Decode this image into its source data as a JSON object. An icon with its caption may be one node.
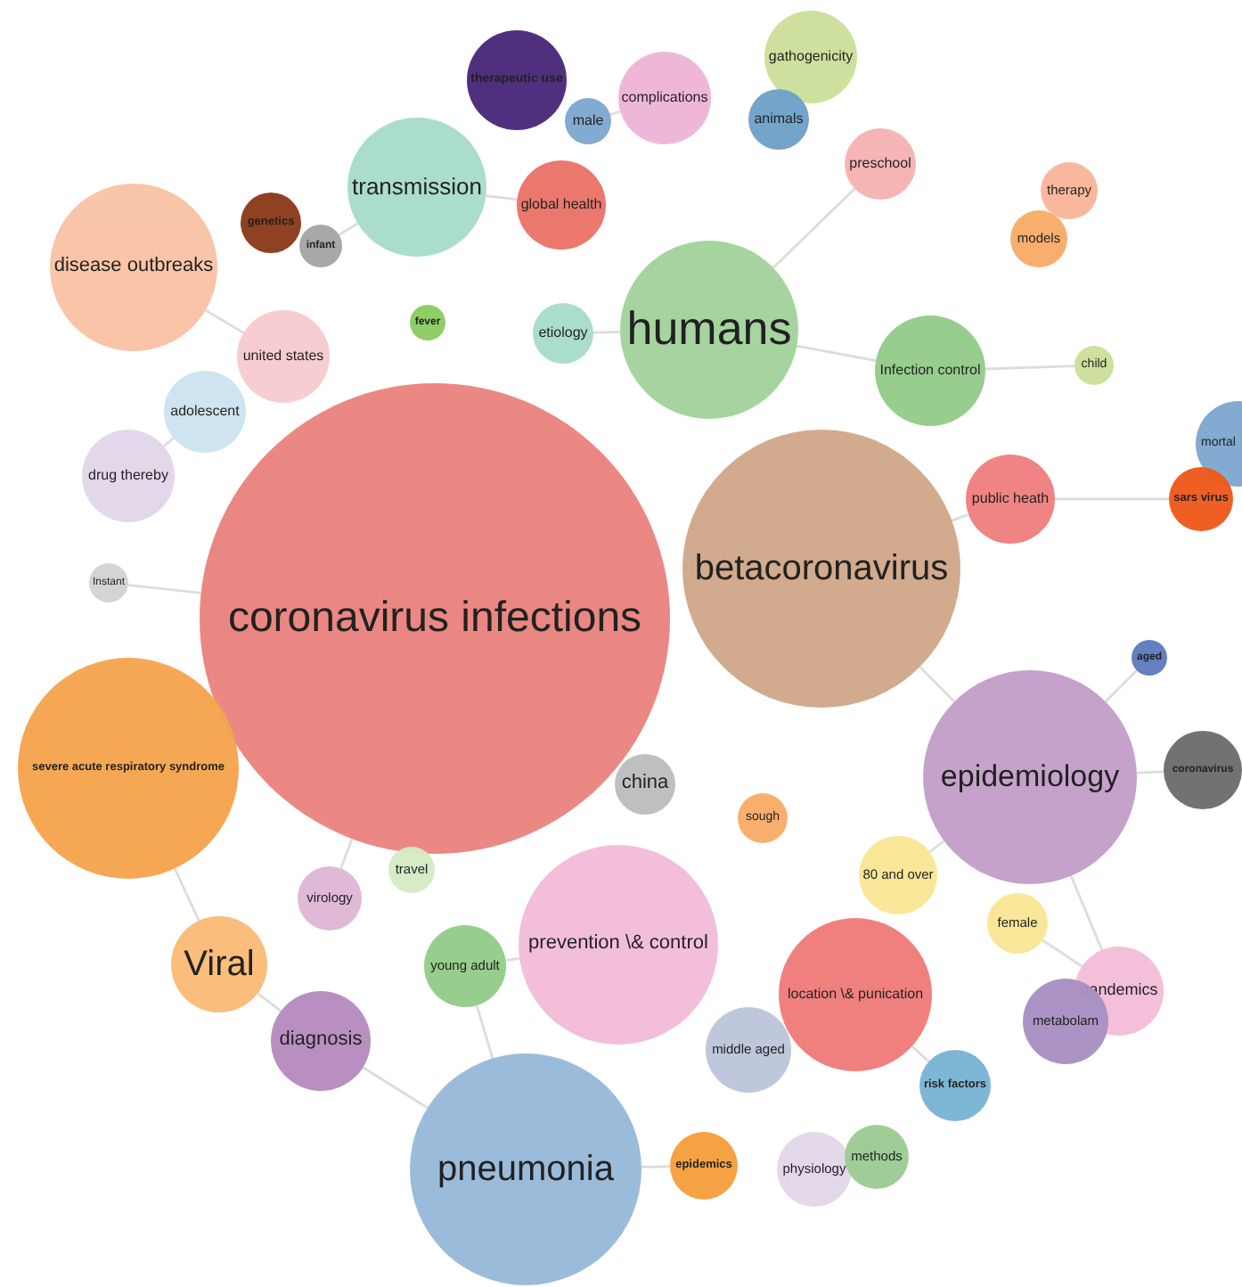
{
  "diagram": {
    "nodes": [
      {
        "text": [
          "therapeutic use"
        ]
      },
      {
        "text": [
          "male"
        ]
      },
      {
        "text": [
          "complications"
        ]
      },
      {
        "text": [
          "gathogenicity"
        ]
      },
      {
        "text": [
          "animals"
        ]
      },
      {
        "text": [
          "transmission"
        ]
      },
      {
        "text": [
          "global health"
        ]
      },
      {
        "text": [
          "preschool"
        ]
      },
      {
        "text": [
          "therapy"
        ]
      },
      {
        "text": [
          "models"
        ]
      },
      {
        "text": [
          "disease outbreaks"
        ]
      },
      {
        "text": [
          "genetics"
        ]
      },
      {
        "text": [
          "infant"
        ]
      },
      {
        "text": [
          "fever"
        ]
      },
      {
        "text": [
          "etiology"
        ]
      },
      {
        "text": [
          "humans"
        ]
      },
      {
        "text": [
          "Infection control"
        ]
      },
      {
        "text": [
          "child"
        ]
      },
      {
        "text": [
          "united states"
        ]
      },
      {
        "text": [
          "adolescent"
        ]
      },
      {
        "text": [
          "drug thereby"
        ]
      },
      {
        "text": [
          "mortal"
        ]
      },
      {
        "text": [
          "sars virus"
        ]
      },
      {
        "text": [
          "public heath"
        ]
      },
      {
        "text": [
          "coronavirus infections"
        ]
      },
      {
        "text": [
          "betacoronavirus"
        ]
      },
      {
        "text": [
          "Instant"
        ]
      },
      {
        "text": [
          "aged"
        ]
      },
      {
        "text": [
          "epidemiology"
        ]
      },
      {
        "text": [
          "coronavirus"
        ]
      },
      {
        "text": [
          "severe acute respiratory syndrome"
        ]
      },
      {
        "text": [
          "china"
        ]
      },
      {
        "text": [
          "sough"
        ]
      },
      {
        "text": [
          "80 and over"
        ]
      },
      {
        "text": [
          "travel"
        ]
      },
      {
        "text": [
          "virology"
        ]
      },
      {
        "text": [
          "female"
        ]
      },
      {
        "text": [
          "prevention \\& control"
        ]
      },
      {
        "text": [
          "Viral"
        ]
      },
      {
        "text": [
          "young adult"
        ]
      },
      {
        "text": [
          "location \\& punication"
        ]
      },
      {
        "text": [
          "pandemics"
        ]
      },
      {
        "text": [
          "metabolam"
        ]
      },
      {
        "text": [
          "diagnosis"
        ]
      },
      {
        "text": [
          "middle aged"
        ]
      },
      {
        "text": [
          "risk factors"
        ]
      },
      {
        "text": [
          "pneumonia"
        ]
      },
      {
        "text": [
          "epidemics"
        ]
      },
      {
        "text": [
          "physiology"
        ]
      },
      {
        "text": [
          "methods"
        ]
      }
    ],
    "edges": [
      {
        "from": 24,
        "to": 26,
        "arrow": "none"
      },
      {
        "from": 24,
        "to": 35,
        "arrow": "none"
      },
      {
        "from": 25,
        "to": 23,
        "arrow": "none"
      },
      {
        "from": 25,
        "to": 28,
        "arrow": "none"
      },
      {
        "from": 15,
        "to": 16,
        "arrow": "none"
      },
      {
        "from": 15,
        "to": 14,
        "arrow": "none"
      },
      {
        "from": 15,
        "to": 7,
        "arrow": "none"
      },
      {
        "from": 5,
        "to": 6,
        "arrow": "none"
      },
      {
        "from": 12,
        "to": 5,
        "arrow": "none"
      },
      {
        "from": 28,
        "to": 29,
        "arrow": "none"
      },
      {
        "from": 28,
        "to": 27,
        "arrow": "none"
      },
      {
        "from": 28,
        "to": 33,
        "arrow": "none"
      },
      {
        "from": 28,
        "to": 41,
        "arrow": "none"
      },
      {
        "from": 46,
        "to": 43,
        "arrow": "none"
      },
      {
        "from": 43,
        "to": 38,
        "arrow": "none"
      },
      {
        "from": 46,
        "to": 47,
        "arrow": "none"
      },
      {
        "from": 46,
        "to": 39,
        "arrow": "none"
      },
      {
        "from": 37,
        "to": 39,
        "arrow": "none"
      },
      {
        "from": 40,
        "to": 45,
        "arrow": "none"
      },
      {
        "from": 10,
        "to": 18,
        "arrow": "none"
      },
      {
        "from": 41,
        "to": 36,
        "arrow": "none"
      },
      {
        "from": 2,
        "to": 1,
        "arrow": "none"
      },
      {
        "from": 16,
        "to": 17,
        "arrow": "none"
      },
      {
        "from": 23,
        "to": 22,
        "arrow": "none"
      },
      {
        "from": 19,
        "to": 20,
        "arrow": "none"
      },
      {
        "from": 30,
        "to": 38,
        "arrow": "none"
      }
    ]
  }
}
